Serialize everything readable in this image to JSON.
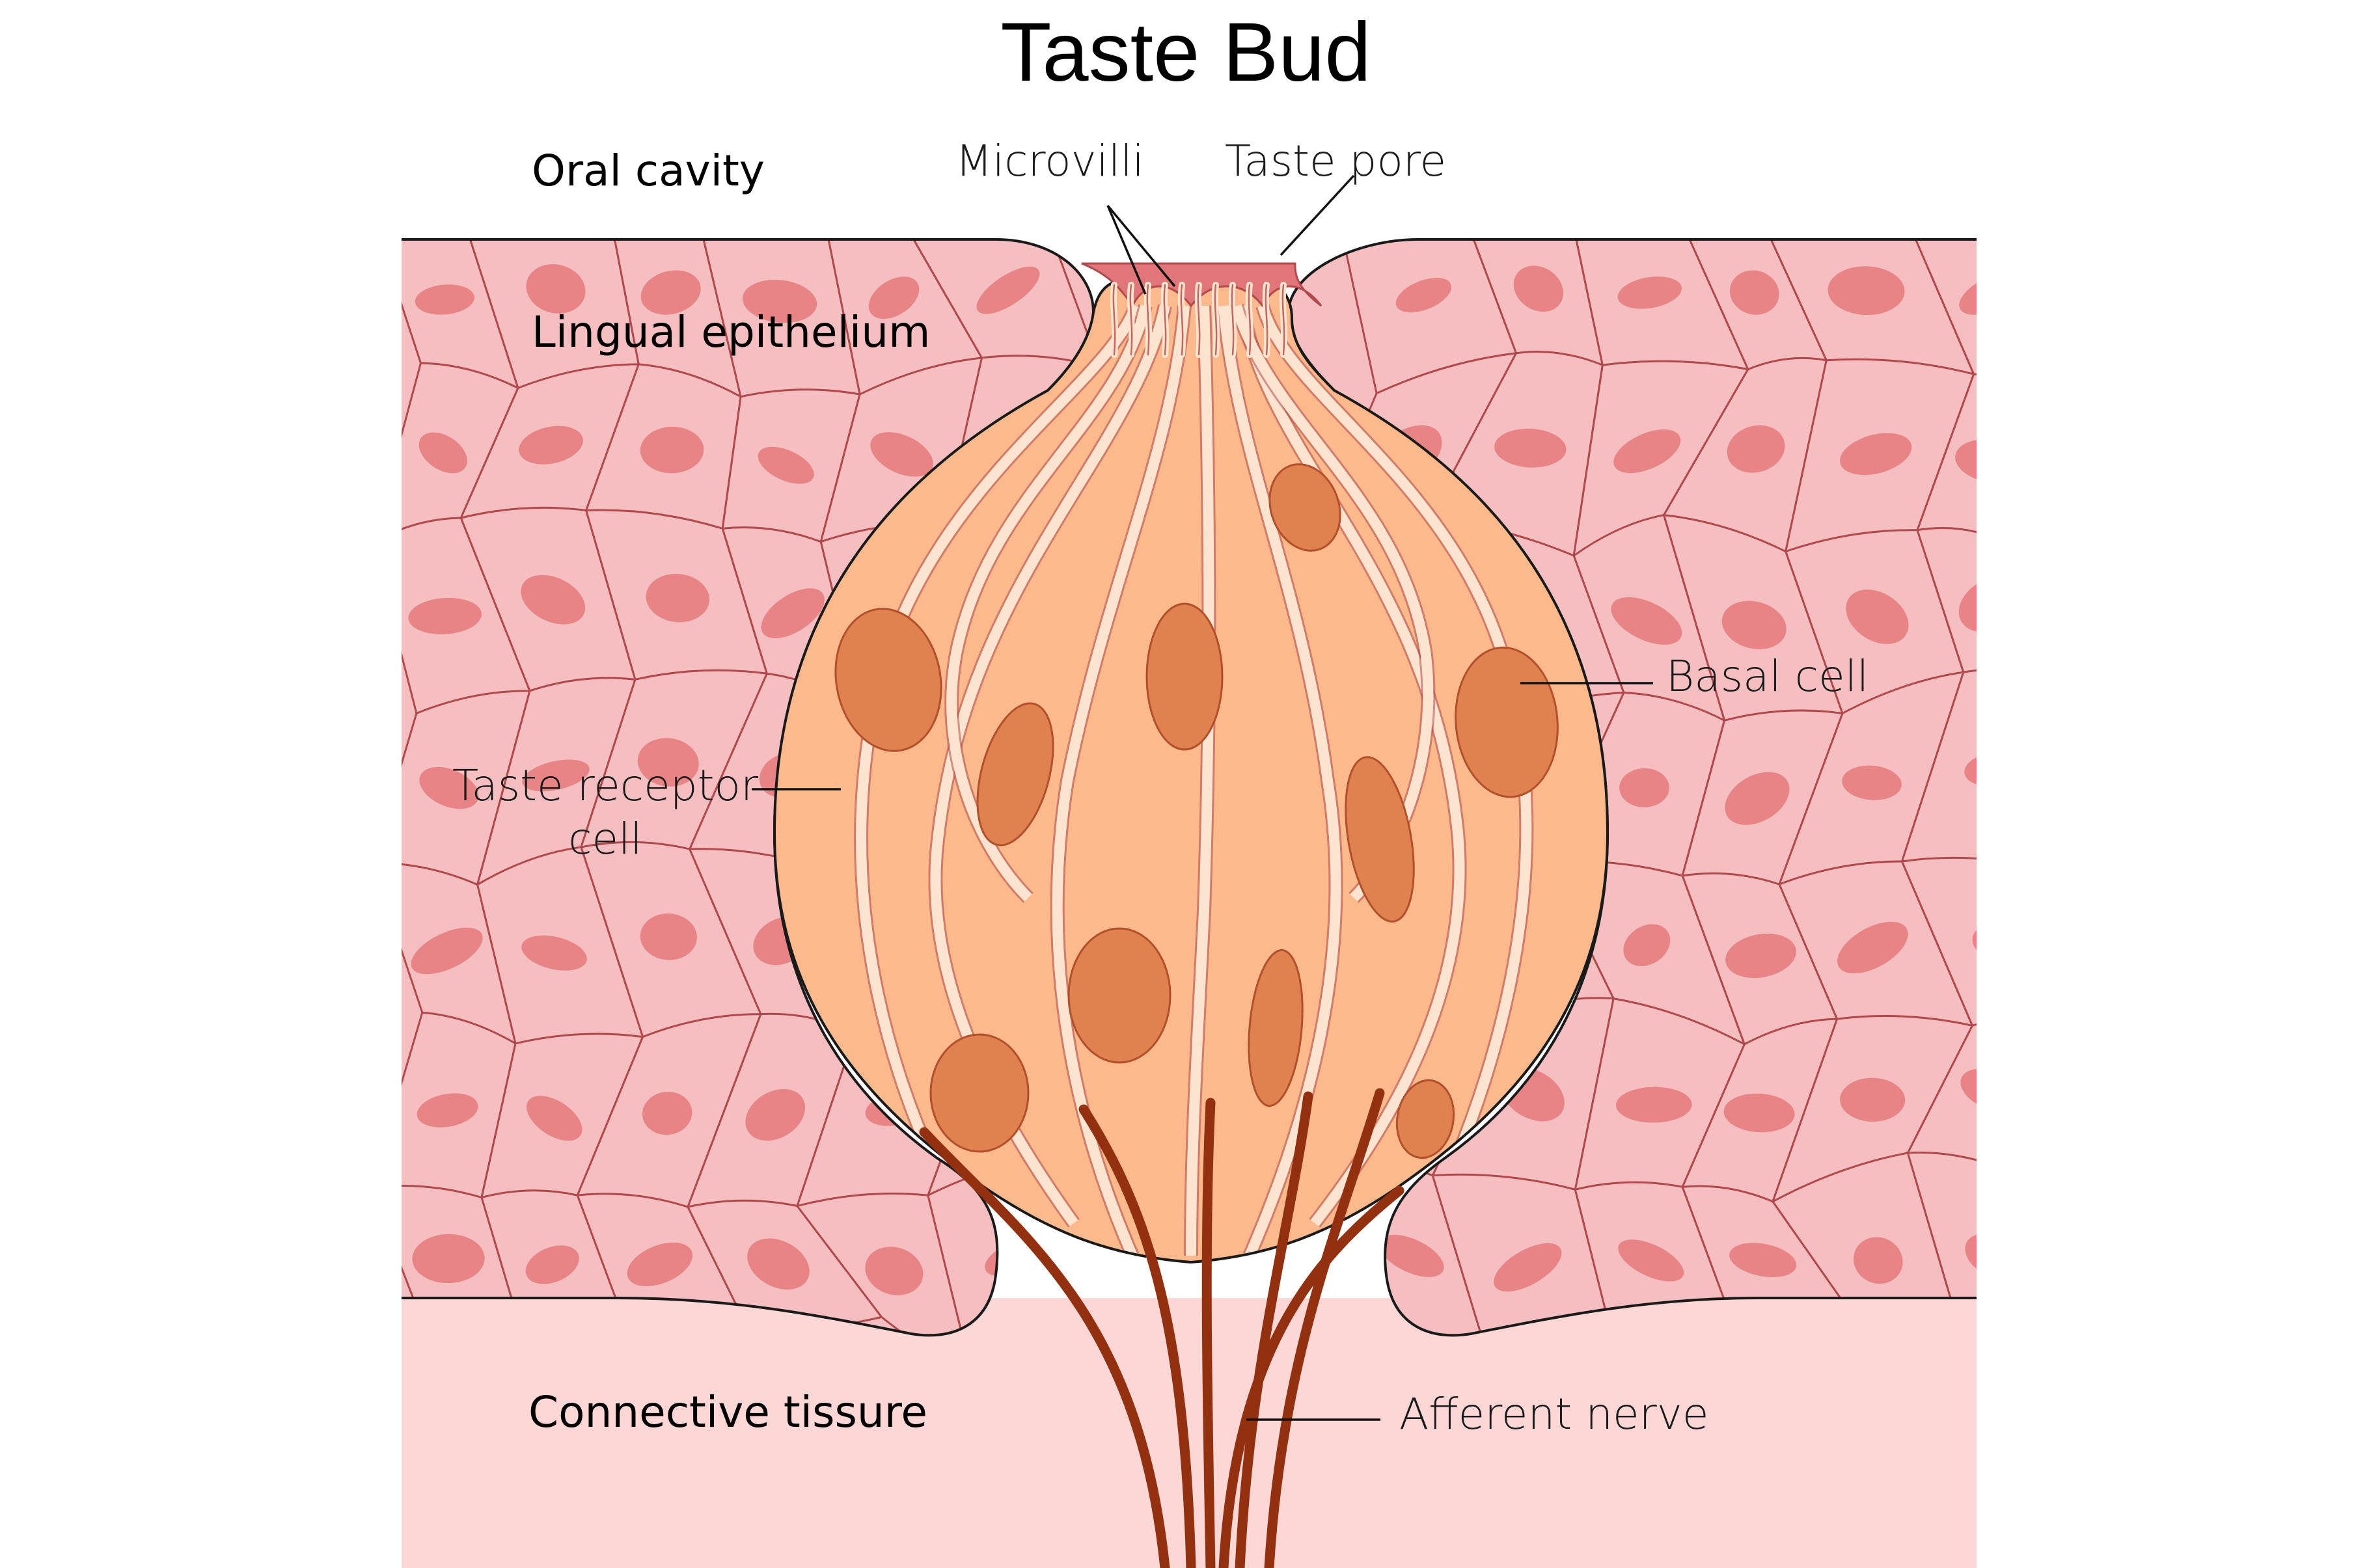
{
  "title": "Taste Bud",
  "regions": {
    "oral_cavity": "Oral cavity",
    "lingual_epithelium": "Lingual epithelium",
    "connective_tissue": "Connective tissure"
  },
  "callouts": {
    "microvilli": "Microvilli",
    "taste_pore": "Taste pore",
    "basal_cell": "Basal cell",
    "taste_receptor_cell_line1": "Taste receptor",
    "taste_receptor_cell_line2": "cell",
    "afferent_nerve": "Afferent nerve"
  },
  "colors": {
    "epithelium_fill": "#f5bfc1",
    "epithelium_outline": "#b2484c",
    "epithelial_nucleus": "#e98486",
    "connective_tissue": "#fdd6d6",
    "taste_bud_fill": "#fbb98c",
    "cell_membrane": "#fde4d0",
    "nucleus": "#e0824f",
    "nucleus_outline": "#b34f2a",
    "pore_fill": "#e0767a",
    "nerve": "#92300f"
  }
}
